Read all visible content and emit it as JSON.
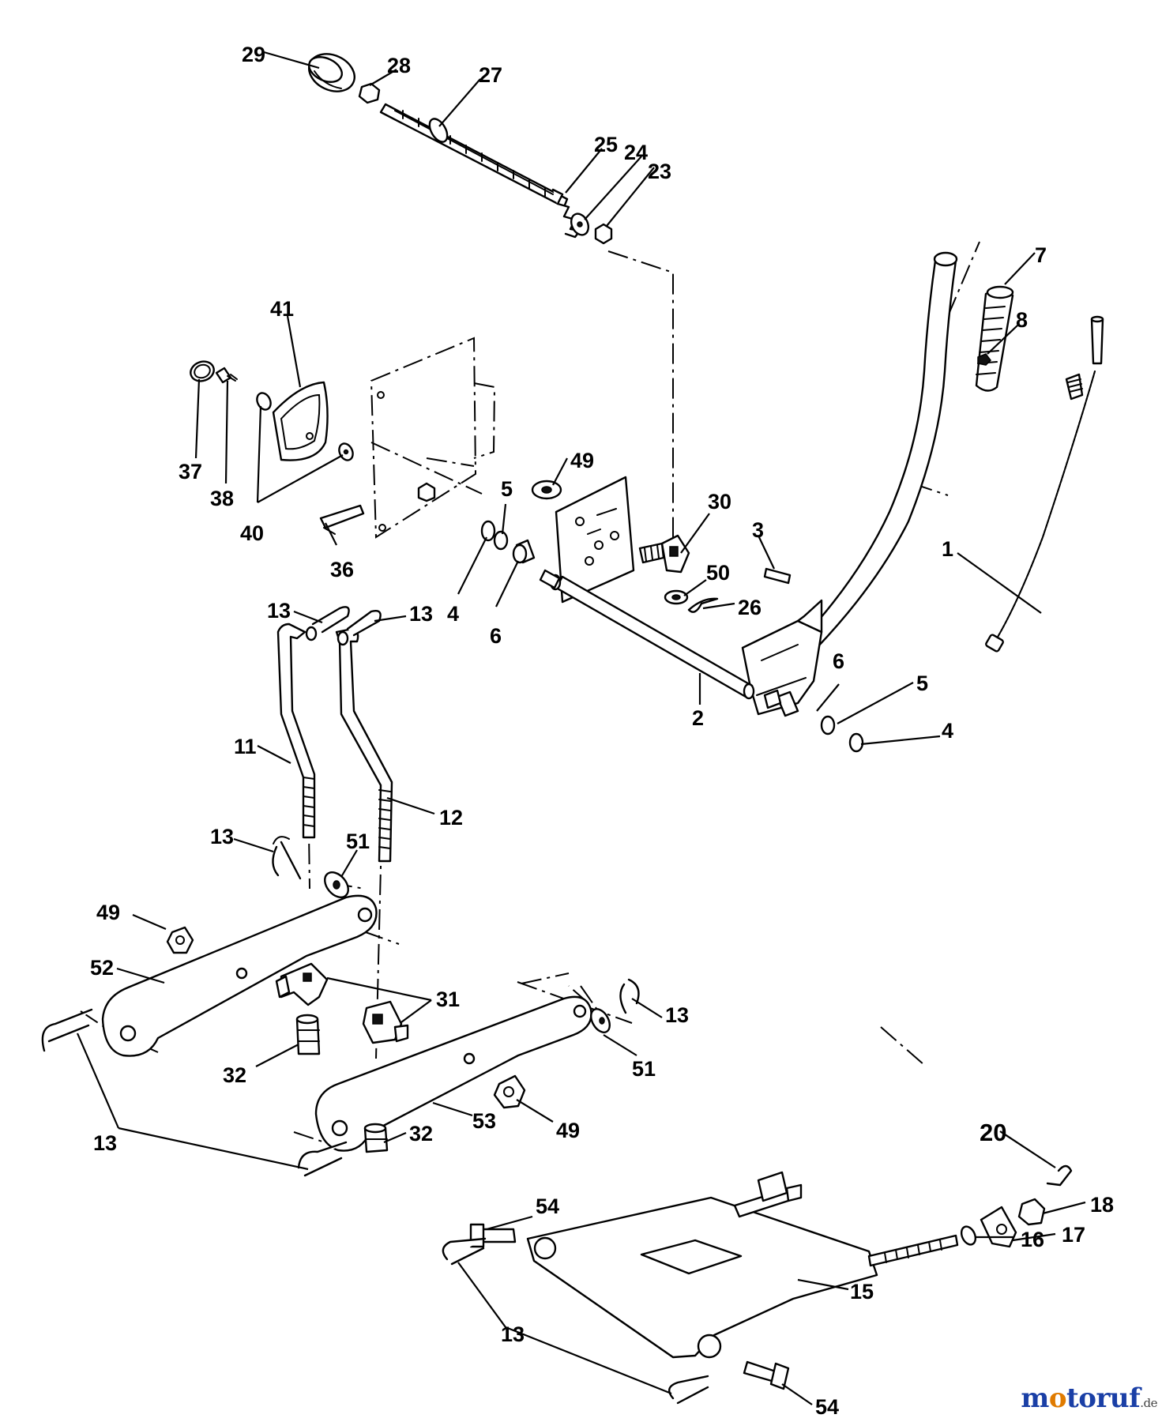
{
  "labels": [
    {
      "id": "29",
      "text": "29"
    },
    {
      "id": "28",
      "text": "28"
    },
    {
      "id": "27",
      "text": "27"
    },
    {
      "id": "25",
      "text": "25"
    },
    {
      "id": "24",
      "text": "24"
    },
    {
      "id": "23",
      "text": "23"
    },
    {
      "id": "7",
      "text": "7"
    },
    {
      "id": "8",
      "text": "8"
    },
    {
      "id": "41",
      "text": "41"
    },
    {
      "id": "37",
      "text": "37"
    },
    {
      "id": "38",
      "text": "38"
    },
    {
      "id": "40",
      "text": "40"
    },
    {
      "id": "36",
      "text": "36"
    },
    {
      "id": "49a",
      "text": "49"
    },
    {
      "id": "5a",
      "text": "5"
    },
    {
      "id": "4a",
      "text": "4"
    },
    {
      "id": "6a",
      "text": "6"
    },
    {
      "id": "30",
      "text": "30"
    },
    {
      "id": "3",
      "text": "3"
    },
    {
      "id": "50",
      "text": "50"
    },
    {
      "id": "26",
      "text": "26"
    },
    {
      "id": "1",
      "text": "1"
    },
    {
      "id": "13a",
      "text": "13"
    },
    {
      "id": "13b",
      "text": "13"
    },
    {
      "id": "2",
      "text": "2"
    },
    {
      "id": "6b",
      "text": "6"
    },
    {
      "id": "5b",
      "text": "5"
    },
    {
      "id": "4b",
      "text": "4"
    },
    {
      "id": "11",
      "text": "11"
    },
    {
      "id": "12",
      "text": "12"
    },
    {
      "id": "13c",
      "text": "13"
    },
    {
      "id": "51a",
      "text": "51"
    },
    {
      "id": "49b",
      "text": "49"
    },
    {
      "id": "52",
      "text": "52"
    },
    {
      "id": "31",
      "text": "31"
    },
    {
      "id": "13d",
      "text": "13"
    },
    {
      "id": "32a",
      "text": "32"
    },
    {
      "id": "51b",
      "text": "51"
    },
    {
      "id": "13e",
      "text": "13"
    },
    {
      "id": "53",
      "text": "53"
    },
    {
      "id": "49c",
      "text": "49"
    },
    {
      "id": "32b",
      "text": "32"
    },
    {
      "id": "20",
      "text": "20"
    },
    {
      "id": "18",
      "text": "18"
    },
    {
      "id": "54a",
      "text": "54"
    },
    {
      "id": "17",
      "text": "17"
    },
    {
      "id": "16",
      "text": "16"
    },
    {
      "id": "15",
      "text": "15"
    },
    {
      "id": "13f",
      "text": "13"
    },
    {
      "id": "54b",
      "text": "54"
    }
  ],
  "brand": {
    "name": "motoruf",
    "suffix": ".de"
  },
  "colors": {
    "brand_m": "#1a3fa6",
    "brand_o": "#e07b00",
    "brand_rest": "#1a3fa6",
    "line": "#000000",
    "background": "#ffffff"
  }
}
